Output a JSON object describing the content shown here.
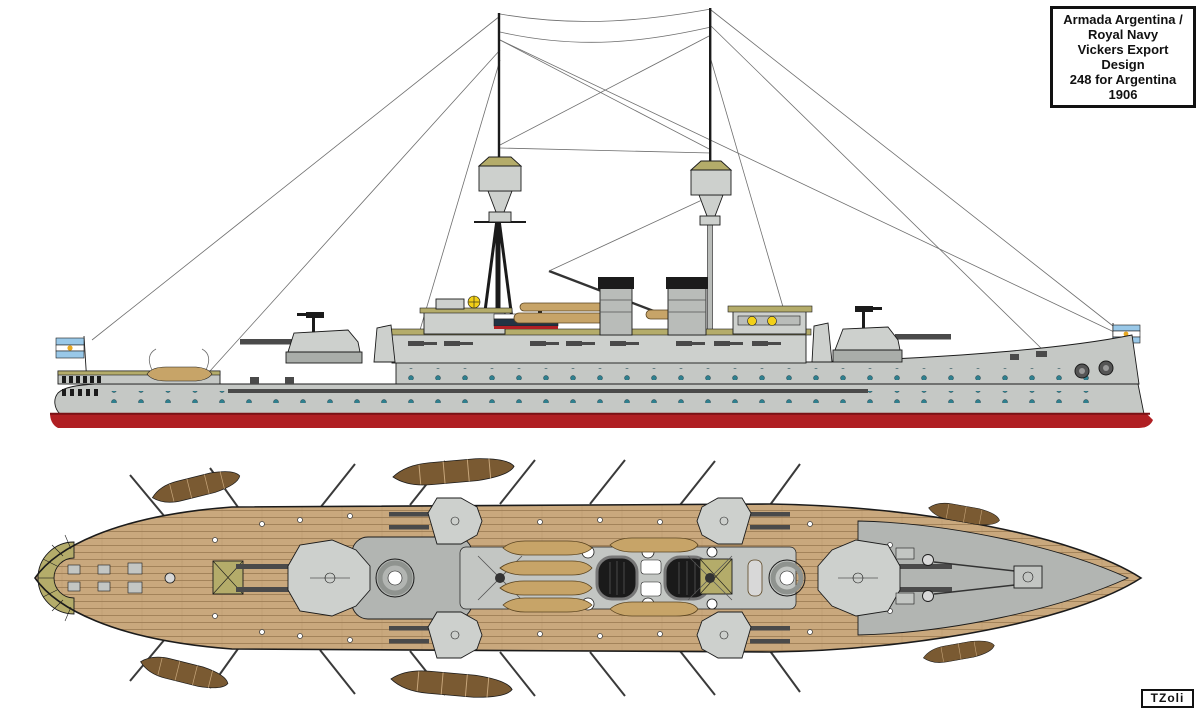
{
  "title_box": {
    "lines": [
      "Armada Argentina /",
      "Royal Navy",
      "Vickers Export Design",
      "248 for Argentina",
      "1906"
    ]
  },
  "signature": {
    "text": "TZoli"
  },
  "colors": {
    "ink": "#1b1b1b",
    "hull": "#c5c8c5",
    "hull_dark": "#a9ada9",
    "superstructure": "#cdd0cd",
    "gray_deck": "#b2b5b2",
    "funnel_gray": "#b9bcb9",
    "red": "#b01f23",
    "red_dark": "#7a1115",
    "deck_tan": "#c9a87d",
    "plank_line": "#97774f",
    "khaki": "#b4ac6a",
    "boat_tan": "#c7a468",
    "boat_brown": "#7a5a32",
    "porthole_teal": "#2f7f8e",
    "flag_blue": "#99c8e8",
    "flag_sun": "#e8a820",
    "searchlight_yellow": "#f2d018",
    "rigging": "#6e6e6e",
    "white": "#ffffff"
  }
}
